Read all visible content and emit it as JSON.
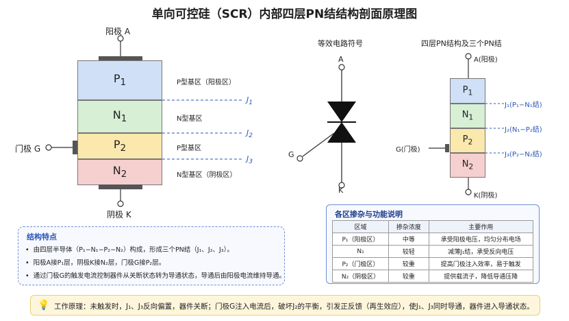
{
  "title": "单向可控硅（SCR）内部四层PN结结构剖面原理图",
  "left_diagram": {
    "anode_label": "阳极 A",
    "cathode_label": "阴极 K",
    "gate_label": "门极 G",
    "layers": [
      {
        "symbol": "P",
        "sub": "1",
        "desc": "P型基区（阳极区）",
        "color": "#cfe0f7"
      },
      {
        "symbol": "N",
        "sub": "1",
        "desc": "N型基区",
        "color": "#d6efd5"
      },
      {
        "symbol": "P",
        "sub": "2",
        "desc": "P型基区",
        "color": "#fbe8ad"
      },
      {
        "symbol": "N",
        "sub": "2",
        "desc": "N型基区（阴极区）",
        "color": "#f6cfcf"
      }
    ],
    "junctions": [
      {
        "j": "J",
        "sub": "1"
      },
      {
        "j": "J",
        "sub": "2"
      },
      {
        "j": "J",
        "sub": "3"
      }
    ]
  },
  "symbol_diagram": {
    "title": "等效电路符号",
    "anode": "A",
    "cathode": "K",
    "gate": "G"
  },
  "right_diagram": {
    "title": "四层PN结构及三个PN结",
    "anode_label": "A(阳极)",
    "cathode_label": "K(阴极)",
    "gate_label": "G(门极)",
    "junction_labels": [
      "J₁(P₁−N₁结)",
      "J₂(N₁−P₂结)",
      "J₃(P₂−N₂结)"
    ]
  },
  "structure_notes": {
    "title": "结构特点",
    "lines": [
      "由四层半导体（P₁−N₁−P₂−N₂）构成，形成三个PN结（J₁、J₂、J₃）。",
      "阳极A接P₁层，阴极K接N₂层，门极G接P₂层。",
      "通过门极G的触发电流控制器件从关断状态转为导通状态，导通后由阳极电流维持导通。"
    ]
  },
  "doping_table": {
    "title": "各区掺杂与功能说明",
    "headers": [
      "区域",
      "掺杂浓度",
      "主要作用"
    ],
    "rows": [
      [
        "P₁（阳极区）",
        "中等",
        "承受阳极电压，均匀分布电场"
      ],
      [
        "N₁",
        "较轻",
        "减薄J₁结，承受反向电压"
      ],
      [
        "P₂（门极区）",
        "较重",
        "提高门极注入效率，易于触发"
      ],
      [
        "N₂（阴极区）",
        "较重",
        "提供载流子，降低导通压降"
      ]
    ]
  },
  "principle": {
    "text": "工作原理：未触发时，J₁、J₃反向偏置，器件关断；门极G注入电流后，破坏J₂的平衡，引发正反馈（再生效应），使J₁、J₃同时导通，器件进入导通状态。"
  }
}
